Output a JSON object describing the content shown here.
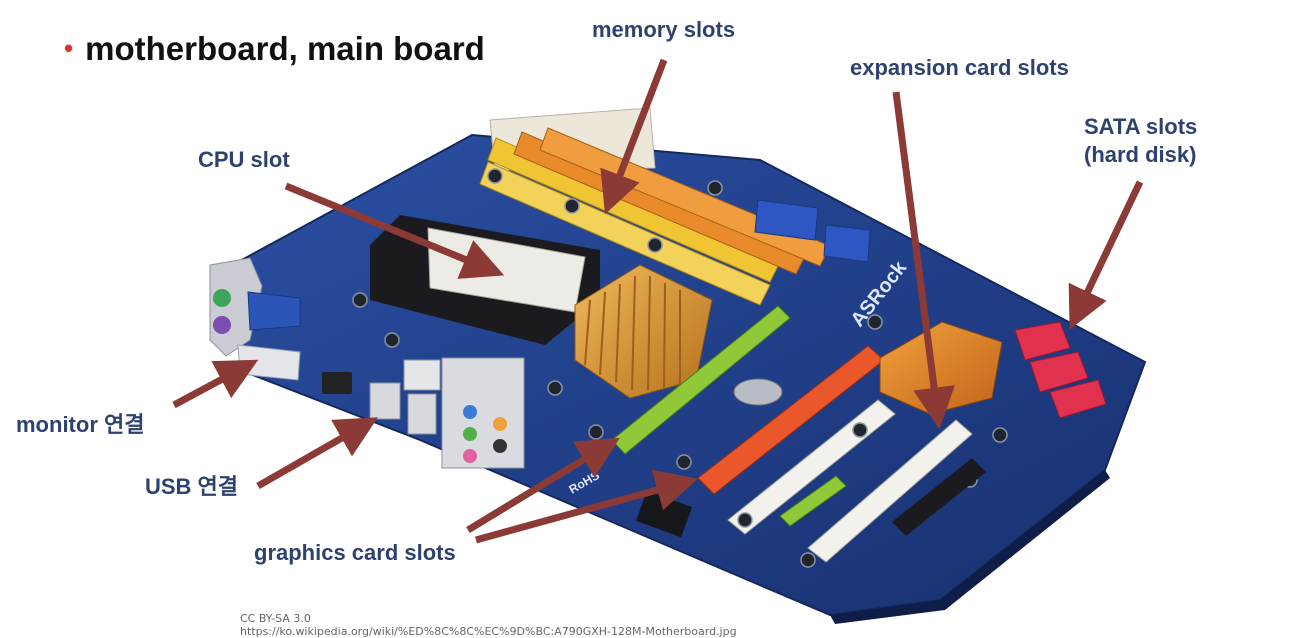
{
  "slide": {
    "bullet": "•",
    "title": "motherboard, main board"
  },
  "labels": {
    "memory": "memory slots",
    "expansion": "expansion card slots",
    "cpu": "CPU slot",
    "sata_1": "SATA slots",
    "sata_2": "(hard disk)",
    "monitor": "monitor 연결",
    "usb": "USB 연결",
    "graphics": "graphics card slots"
  },
  "board_text": {
    "brand": "ASRock",
    "rohs": "RoHS"
  },
  "credit": {
    "license": "CC BY-SA 3.0",
    "url": "https://ko.wikipedia.org/wiki/%ED%8C%8C%EC%9D%BC:A790GXH-128M-Motherboard.jpg"
  },
  "colors": {
    "label_text": "#2e4270",
    "arrow": "#8b3a36",
    "board": "#1f3d8c",
    "bullet": "#d9342b"
  }
}
